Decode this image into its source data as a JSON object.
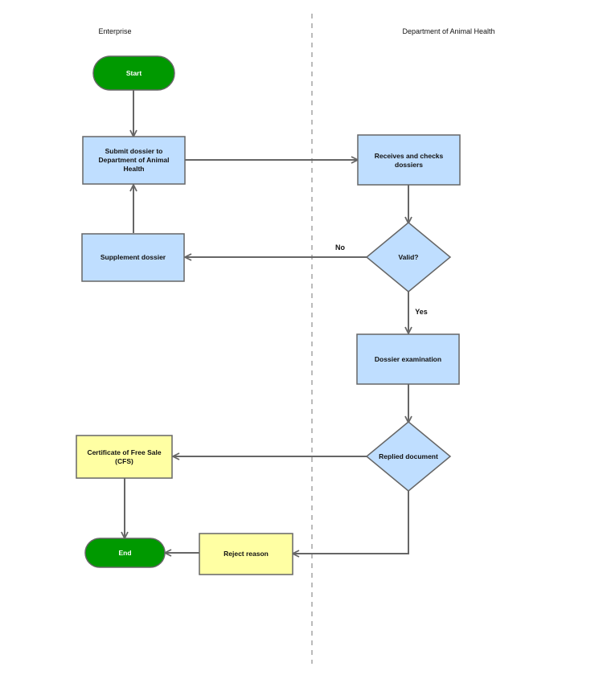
{
  "lanes": {
    "left_title": "Enterprise",
    "right_title": "Department of Animal Health"
  },
  "nodes": {
    "start": "Start",
    "submit": [
      "Submit dossier to",
      "Department of Animal",
      "Health"
    ],
    "receives": [
      "Receives and checks",
      "dossiers"
    ],
    "supplement": "Supplement dossier",
    "valid": "Valid?",
    "examination": "Dossier examination",
    "replied": "Replied document",
    "certificate": [
      "Certificate of Free Sale",
      "(CFS)"
    ],
    "reject": "Reject reason",
    "end": "End"
  },
  "edge_labels": {
    "no": "No",
    "yes": "Yes"
  },
  "colors": {
    "terminal_fill": "#009900",
    "process_fill": "#bfdeff",
    "output_fill": "#ffffa3",
    "line": "#666666",
    "divider": "#bbbbbb"
  }
}
